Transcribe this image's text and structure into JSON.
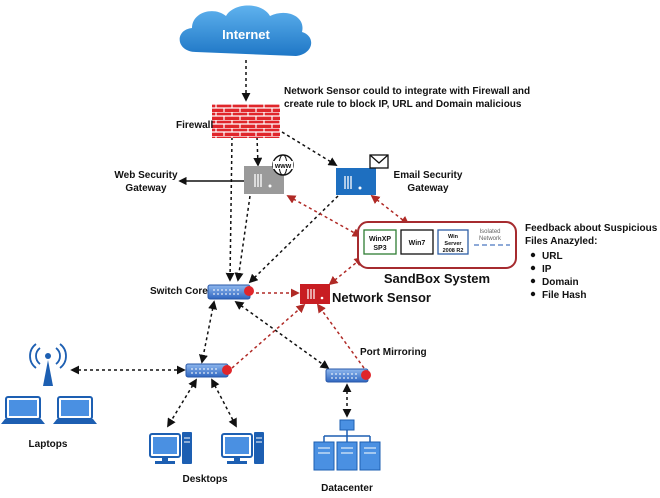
{
  "internet": "Internet",
  "note": {
    "line1": "Network Sensor could to integrate with Firewall and",
    "line2": "create rule to block IP, URL and Domain malicious"
  },
  "firewall": "Firewall",
  "web_gateway": {
    "line1": "Web Security",
    "line2": "Gateway"
  },
  "email_gateway": {
    "line1": "Email Security",
    "line2": "Gateway"
  },
  "www_badge": "www",
  "sandbox": {
    "title": "SandBox System",
    "vm1": {
      "line1": "WinXP",
      "line2": "SP3"
    },
    "vm2": "Win7",
    "vm3": {
      "line1": "Win",
      "line2": "Server",
      "line3": "2008 R2"
    },
    "isolated": {
      "line1": "Isolated",
      "line2": "Network"
    }
  },
  "feedback": {
    "line1": "Feedback about Suspicious",
    "line2": "Files Anazyled:",
    "items": [
      "URL",
      "IP",
      "Domain",
      "File Hash"
    ]
  },
  "switch_core": "Switch Core",
  "network_sensor": "Network Sensor",
  "port_mirroring": "Port Mirroring",
  "laptops": "Laptops",
  "desktops": "Desktops",
  "datacenter": "Datacenter",
  "colors": {
    "cloud": "#2f8fd8",
    "firewall": "#e0262b",
    "email_box": "#1e6fc0",
    "gray_box": "#9a9a9a",
    "sensor_box": "#c81d22",
    "sandbox_border": "#a62b2f",
    "red_link": "#b02a26",
    "black_link": "#111111",
    "device_blue": "#3d7fd6"
  }
}
